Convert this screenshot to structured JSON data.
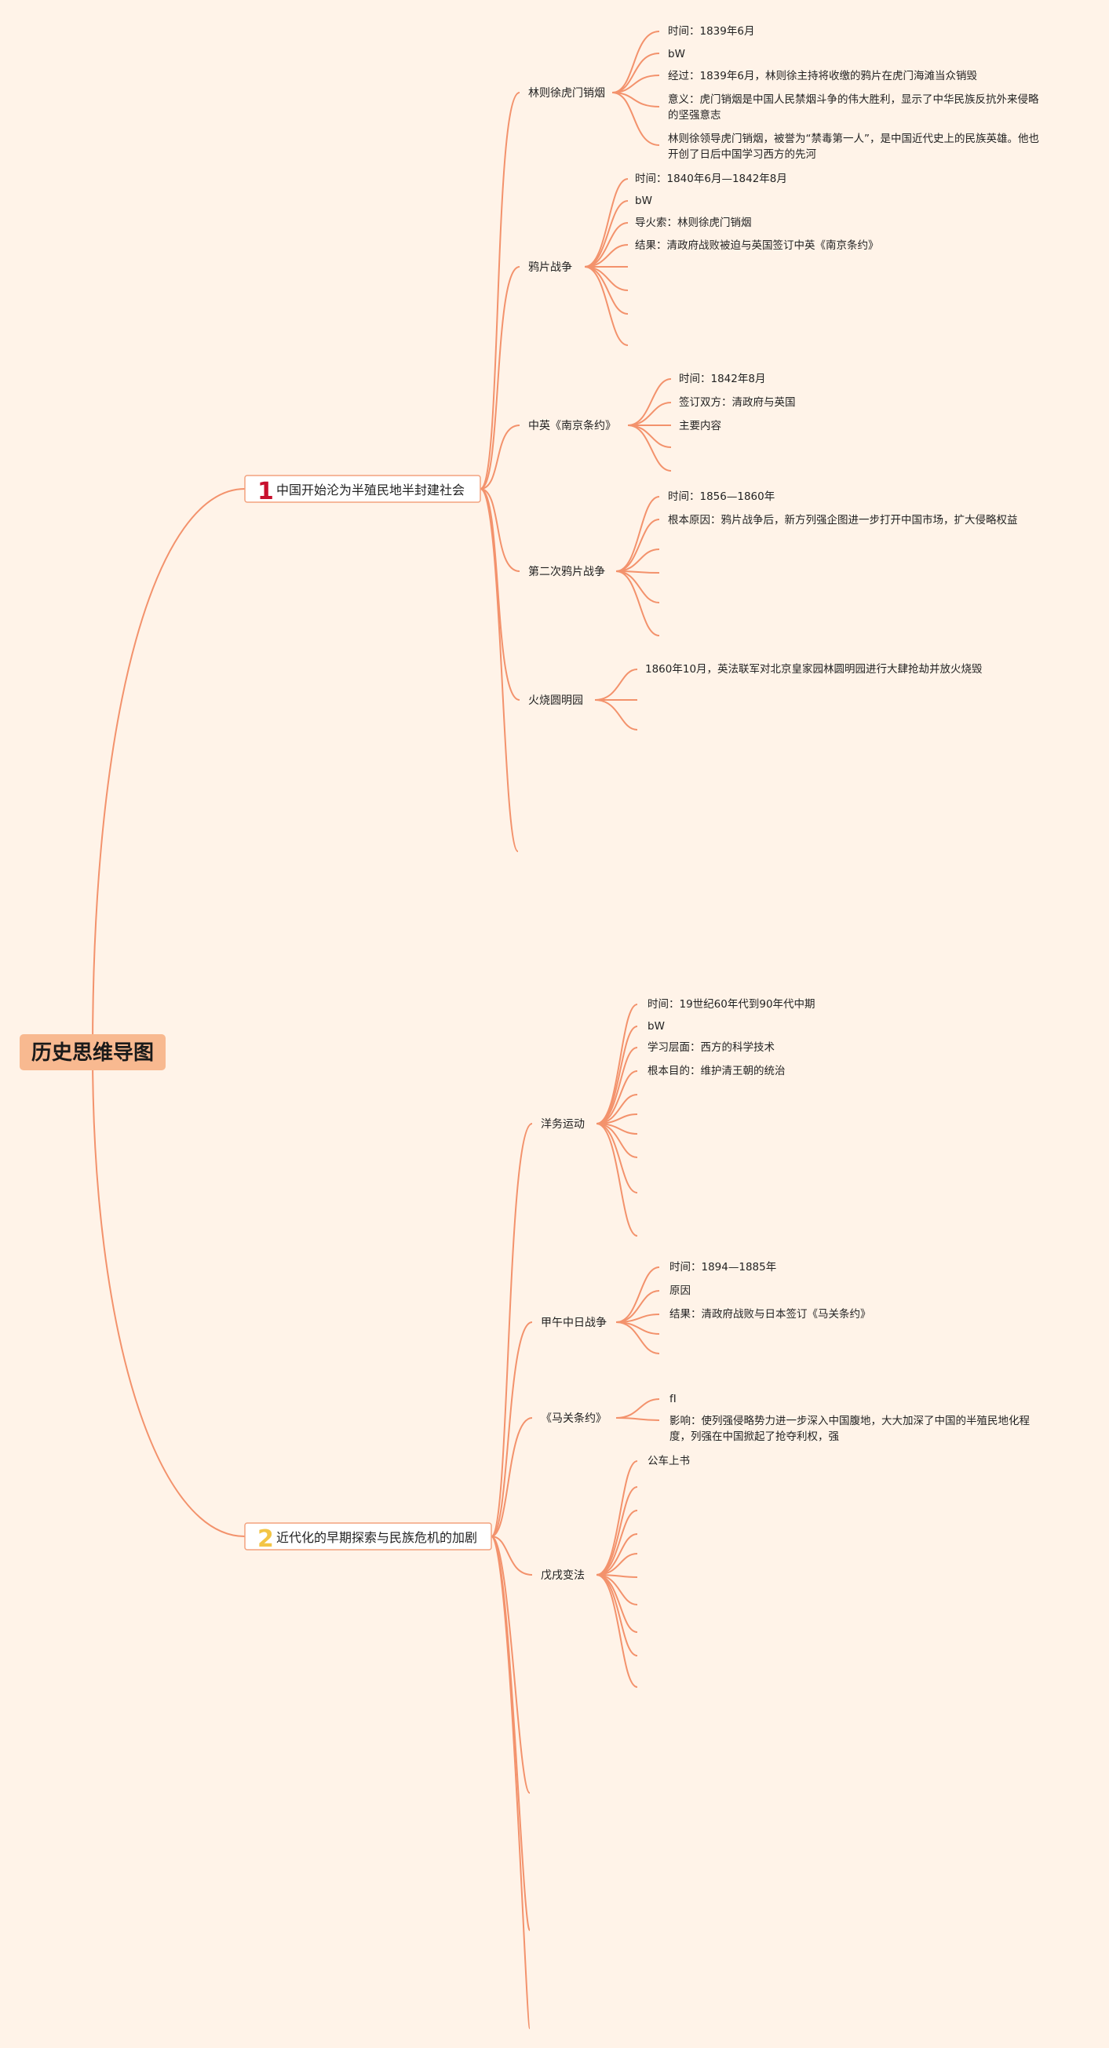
{
  "root": {
    "title": "历史思维导图"
  },
  "branches": [
    {
      "num": "1",
      "label": "中国开始沦为半殖民地半封建社会",
      "topics": [
        {
          "label": "林则徐虎门销烟",
          "leaves": [
            "时间：1839年6月",
            "bW",
            "经过：1839年6月，林则徐主持将收缴的鸦片在虎门海滩当众销毁",
            "意义：虎门销烟是中国人民禁烟斗争的伟大胜利，显示了中华民族反抗外来侵略的坚强意志",
            "林则徐领导虎门销烟，被誉为“禁毒第一人”，是中国近代史上的民族英雄。他也开创了日后中国学习西方的先河"
          ]
        },
        {
          "label": "鸦片战争",
          "leaves": [
            "时间：1840年6月—1842年8月",
            "bW",
            "导火索：林则徐虎门销烟",
            "结果：清政府战败被迫与英国签订中英《南京条约》"
          ]
        },
        {
          "label": "中英《南京条约》",
          "leaves": [
            "时间：1842年8月",
            "签订双方：清政府与英国",
            "主要内容"
          ]
        },
        {
          "label": "第二次鸦片战争",
          "leaves": [
            "时间：1856—1860年",
            "根本原因：鸦片战争后，新方列强企图进一步打开中国市场，扩大侵略权益"
          ]
        },
        {
          "label": "火烧圆明园",
          "leaves": [
            "1860年10月，英法联军对北京皇家园林圆明园进行大肆抢劫并放火烧毁"
          ]
        }
      ]
    },
    {
      "num": "2",
      "label": "近代化的早期探索与民族危机的加剧",
      "topics": [
        {
          "label": "洋务运动",
          "leaves": [
            "时间：19世纪60年代到90年代中期",
            "bW",
            "学习层面：西方的科学技术",
            "根本目的：维护清王朝的统治"
          ]
        },
        {
          "label": "甲午中日战争",
          "leaves": [
            "时间：1894—1885年",
            "原因",
            "结果：清政府战败与日本签订《马关条约》"
          ]
        },
        {
          "label": "《马关条约》",
          "leaves": [
            "fI",
            "影响：使列强侵略势力进一步深入中国腹地，大大加深了中国的半殖民地化程度，列强在中国掀起了抢夺利权，强"
          ]
        },
        {
          "label": "戊戌变法",
          "leaves": [
            "公车上书"
          ]
        }
      ]
    }
  ],
  "colors": {
    "background": "#fff3e8",
    "root_fill": "#f8b990",
    "link": "#f3926c",
    "branch_box_border": "#f3a27e",
    "num1": "#c8102e",
    "num2": "#f3c545"
  }
}
